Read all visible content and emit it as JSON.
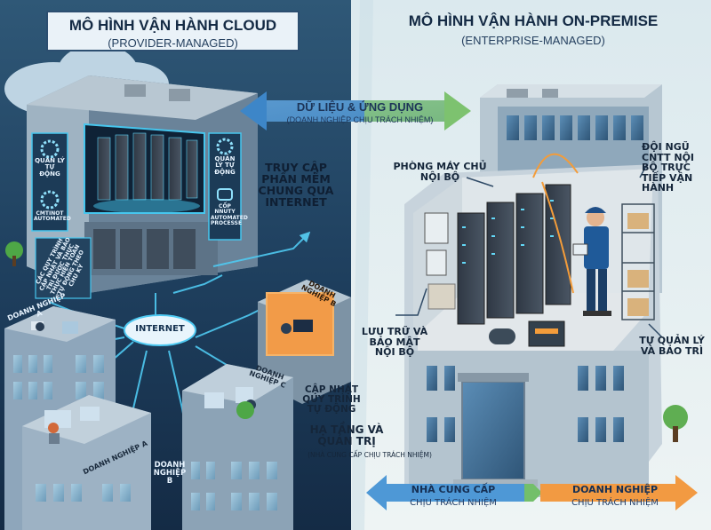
{
  "cloud": {
    "title": "MÔ HÌNH VẬN HÀNH CLOUD",
    "subtitle": "(PROVIDER-MANAGED)",
    "panel_left_top": "QUẢN LÝ TỰ ĐỘNG",
    "panel_left_bottom": "CMTINOT AUTOMATED",
    "panel_right_top": "QUẢN LÝ TỰ ĐỘNG",
    "panel_right_bottom": "CỐP NNUTY AUTOMATED PROCESSE",
    "wall_text": "CÁC QUY TRÌNH CẬP NHẬT VÀ BẢO TRÌ ĐƯỢC THỰC THỰC HIỆN TOÀN TỰ ĐỘNG THEO CHU KỲ",
    "access_label": "TRUY CẬP PHẦN MỀM CHUNG QUA INTERNET",
    "internet_label": "INTERNET",
    "company_a": "DOANH NGHIỆP A",
    "company_b": "DOANH NGHIỆP B",
    "company_c": "DOANH NGHIỆP C",
    "update_label": "CẬP NHẬT QUY TRÌNH TỰ ĐỘNG",
    "infra_label": "HẠ TẦNG VÀ QUẢN TRỊ",
    "infra_note": "(NHÀ CUNG CẤP CHỊU TRÁCH NHIỆM)"
  },
  "shared": {
    "title": "DỮ LIỆU & ỨNG DỤNG",
    "note": "(DOANH NGHIỆP CHỊU TRÁCH NHIỆM)"
  },
  "onprem": {
    "title": "MÔ HÌNH VẬN HÀNH ON-PREMISE",
    "subtitle": "(ENTERPRISE-MANAGED)",
    "server_room": "PHÒNG MÁY CHỦ NỘI BỘ",
    "it_team": "ĐỘI NGŨ CNTT NỘI BỘ TRỰC TIẾP VẬN HÀNH",
    "storage": "LƯU TRỮ VÀ BẢO MẬT NỘI BỘ",
    "self_manage": "TỰ QUẢN LÝ VÀ BẢO TRÌ"
  },
  "legend": {
    "provider_title": "NHÀ CUNG CẤP",
    "provider_note": "CHỊU TRÁCH NHIỆM",
    "enterprise_title": "DOANH NGHIỆP",
    "enterprise_note": "CHỊU TRÁCH NHIỆM"
  },
  "colors": {
    "cloud_bg": "#1c3d5c",
    "onprem_bg": "#e6f0f3",
    "cyan": "#46c6ee",
    "blue_arrow": "#3d86c8",
    "green_arrow": "#6fbe64",
    "orange": "#f0903a",
    "worker_blue": "#1f5a99"
  }
}
